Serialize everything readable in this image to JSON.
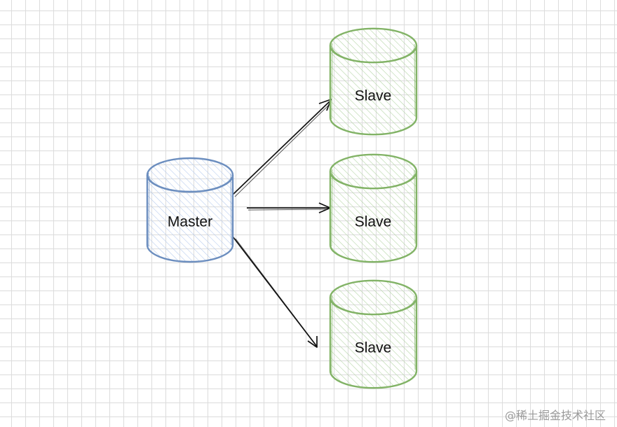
{
  "nodes": [
    {
      "id": "master",
      "label": "Master",
      "role": "master",
      "color": "#6c8ebf",
      "fill": "#dae8fc"
    },
    {
      "id": "slave-1",
      "label": "Slave",
      "role": "slave",
      "color": "#82b366",
      "fill": "#d5e8d4"
    },
    {
      "id": "slave-2",
      "label": "Slave",
      "role": "slave",
      "color": "#82b366",
      "fill": "#d5e8d4"
    },
    {
      "id": "slave-3",
      "label": "Slave",
      "role": "slave",
      "color": "#82b366",
      "fill": "#d5e8d4"
    }
  ],
  "edges": [
    {
      "from": "master",
      "to": "slave-1"
    },
    {
      "from": "master",
      "to": "slave-2"
    },
    {
      "from": "master",
      "to": "slave-3"
    }
  ],
  "watermark": "@稀土掘金技术社区"
}
